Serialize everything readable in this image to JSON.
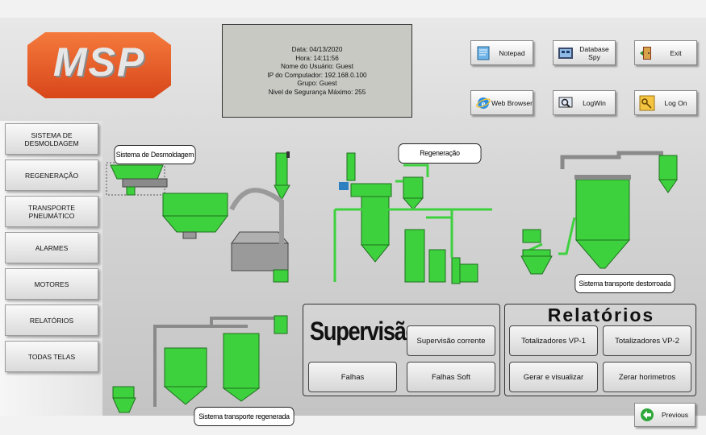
{
  "logo": {
    "text": "MSP"
  },
  "session": {
    "date": "Data: 04/13/2020",
    "time": "Hora: 14:11:56",
    "user": "Nome do Usuário: Guest",
    "ip": "IP do Computador: 192.168.0.100",
    "group": "Grupo: Guest",
    "security": "Nivel de Segurança Máximo: 255"
  },
  "toolbar": {
    "notepad": "Notepad",
    "database_spy": "Database Spy",
    "exit": "Exit",
    "web_browser": "Web Browser",
    "logwin": "LogWin",
    "logon": "Log On"
  },
  "nav": {
    "items": [
      {
        "label": "SISTEMA DE DESMOLDAGEM"
      },
      {
        "label": "REGENERAÇÃO"
      },
      {
        "label": "TRANSPORTE PNEUMÁTICO"
      },
      {
        "label": "ALARMES"
      },
      {
        "label": "MOTORES"
      },
      {
        "label": "RELATÓRIOS"
      },
      {
        "label": "TODAS TELAS"
      }
    ]
  },
  "labels": {
    "desmoldagem": "Sistema de Desmoldagem",
    "regeneracao": "Regeneração",
    "destorroada": "Sistema transporte destorroada",
    "regenerada": "Sistema transporte regenerada"
  },
  "supervisao": {
    "title": "Supervisão",
    "corrente": "Supervisão corrente",
    "falhas": "Falhas",
    "falhas_soft": "Falhas Soft"
  },
  "relatorios": {
    "title": "Relatórios",
    "tot_vp1": "Totalizadores VP-1",
    "tot_vp2": "Totalizadores VP-2",
    "gerar": "Gerar e visualizar",
    "zerar": "Zerar horimetros"
  },
  "previous": "Previous",
  "colors": {
    "green": "#3ed13e",
    "orange": "#ee5a22",
    "equipment_dark": "#1f6f1f"
  }
}
